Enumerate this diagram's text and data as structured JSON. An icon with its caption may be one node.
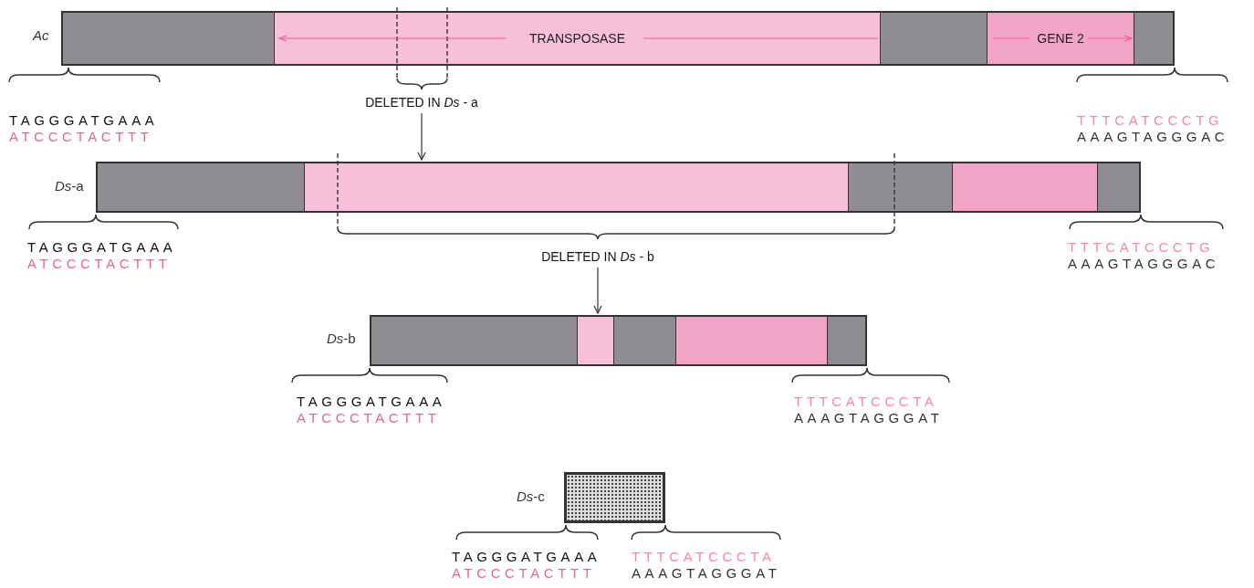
{
  "diagram": {
    "nodes": [
      {
        "text": [],
        "shape": "bar",
        "beside": [
          "Ac"
        ]
      },
      {
        "text": [
          "TRANSPOSASE"
        ],
        "in": 0
      },
      {
        "text": [
          "GENE 2"
        ],
        "in": 0
      },
      {
        "text": [
          "DELETED IN *Ds* - a"
        ]
      },
      {
        "text": [],
        "shape": "bar",
        "beside": [
          "*Ds*-a"
        ]
      },
      {
        "text": [],
        "shape": "box",
        "in": 4
      },
      {
        "text": [],
        "shape": "box",
        "in": 4
      },
      {
        "text": [
          "DELETED IN *Ds* - b"
        ]
      },
      {
        "text": [],
        "shape": "bar",
        "beside": [
          "*Ds*-b"
        ]
      },
      {
        "text": [],
        "shape": "box",
        "in": 8
      },
      {
        "text": [],
        "shape": "box",
        "in": 8
      },
      {
        "text": [],
        "shape": "box",
        "beside": [
          "*Ds*-c"
        ]
      }
    ],
    "edges": [
      {
        "from": 3,
        "to": 4,
        "arrow": "to"
      },
      {
        "from": 7,
        "to": 8,
        "arrow": "to"
      }
    ],
    "labels": [
      "TAGGGATGAAA",
      "ATCCCTACTTT",
      "TTTCATCCCTG",
      "AAAGTAGGGAC",
      "TAGGGATGAAA",
      "ATCCCTACTTT",
      "TTTCATCCCTG",
      "AAAGTAGGGAC",
      "TAGGGATGAAA",
      "ATCCCTACTTT",
      "TTTCATCCCTA",
      "AAAGTAGGGAT",
      "TAGGGATGAAA",
      "ATCCCTACTTT",
      "TTTCATCCCTA",
      "AAAGTAGGGAT"
    ]
  }
}
